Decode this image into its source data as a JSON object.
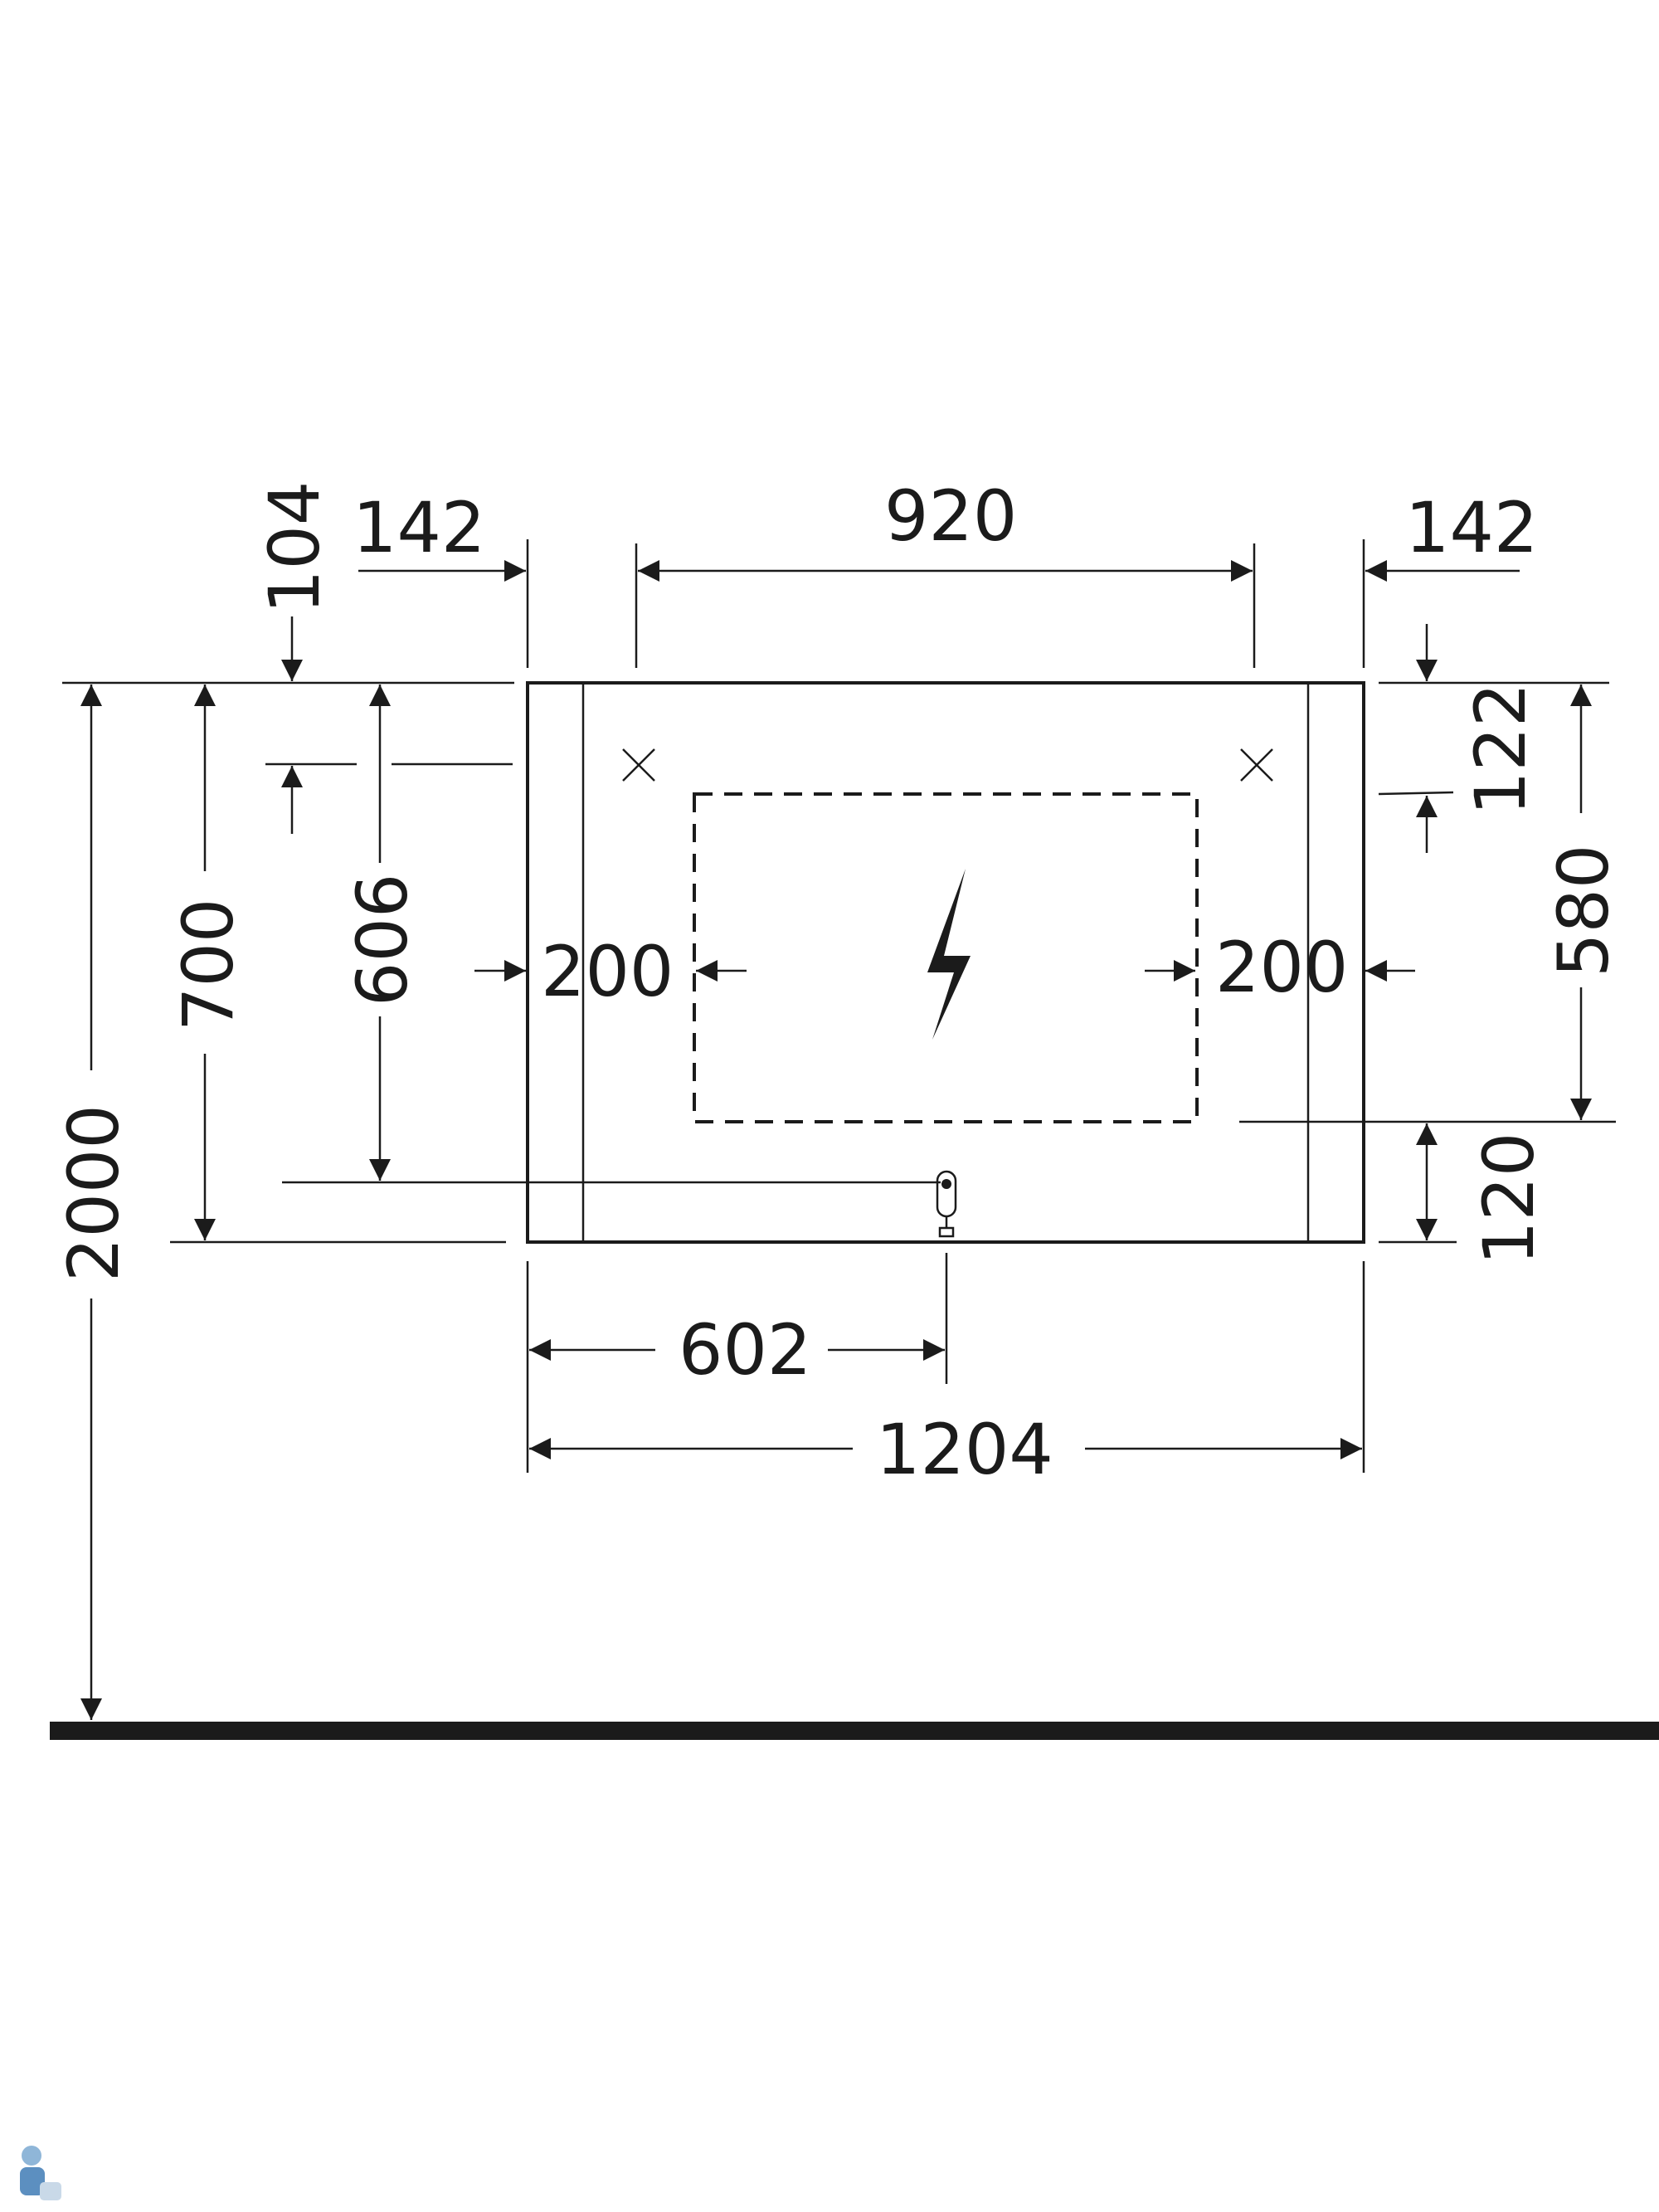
{
  "dimensions": {
    "top_left_offset": "142",
    "top_clearance": "104",
    "fixing_span": "920",
    "top_right_offset": "142",
    "right_top_clearance": "122",
    "zone_height": "580",
    "zone_bottom_margin": "120",
    "total_height_from_floor": "2000",
    "cabinet_height": "700",
    "drain_height": "606",
    "left_zone_margin": "200",
    "right_zone_margin": "200",
    "drain_center_offset": "602",
    "overall_width": "1204"
  },
  "colors": {
    "ink": "#1b1b1b",
    "background": "#ffffff"
  },
  "icons": {
    "electrical_zone": "lightning-bolt-icon",
    "fixing_points": "cross-mark-icon",
    "drain": "drain-trap-icon"
  }
}
